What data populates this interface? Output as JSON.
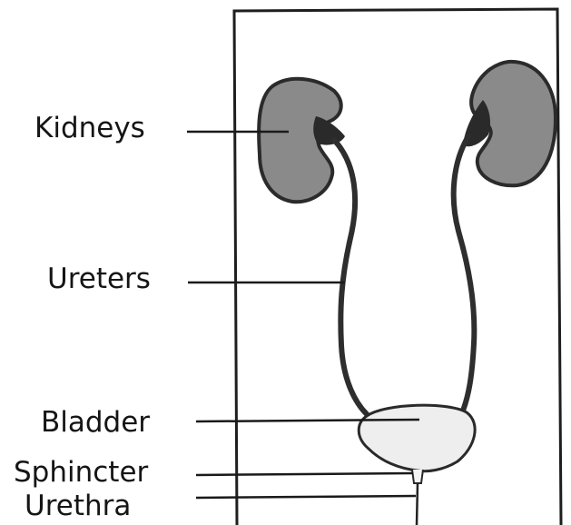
{
  "labels": {
    "kidneys": "Kidneys",
    "ureters": "Ureters",
    "bladder": "Bladder",
    "sphincter": "Sphincter",
    "urethra": "Urethra"
  },
  "colors": {
    "kidney_fill": "#8a8a8a",
    "kidney_outline": "#2b2b2b",
    "ureter": "#2e2e2e",
    "bladder_fill": "#eeeeee",
    "line": "#1a1a1a"
  }
}
